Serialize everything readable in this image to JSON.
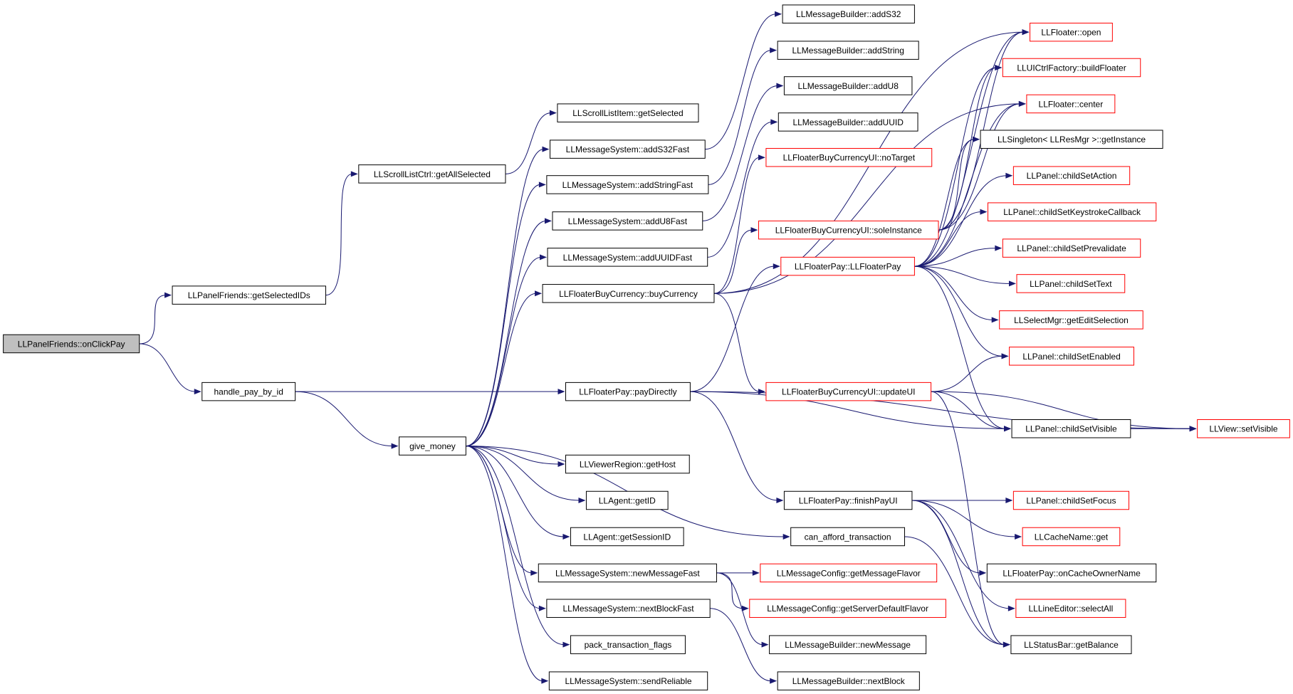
{
  "nodes": [
    {
      "id": "onClickPay",
      "label": "LLPanelFriends::onClickPay",
      "style": "root"
    },
    {
      "id": "getSelectedIDs",
      "label": "LLPanelFriends::getSelectedIDs",
      "style": "normal"
    },
    {
      "id": "handle_pay_by_id",
      "label": "handle_pay_by_id",
      "style": "normal"
    },
    {
      "id": "getAllSelected",
      "label": "LLScrollListCtrl::getAllSelected",
      "style": "normal"
    },
    {
      "id": "give_money",
      "label": "give_money",
      "style": "normal"
    },
    {
      "id": "getSelected",
      "label": "LLScrollListItem::getSelected",
      "style": "normal"
    },
    {
      "id": "addS32Fast",
      "label": "LLMessageSystem::addS32Fast",
      "style": "normal"
    },
    {
      "id": "addStringFast",
      "label": "LLMessageSystem::addStringFast",
      "style": "normal"
    },
    {
      "id": "addU8Fast",
      "label": "LLMessageSystem::addU8Fast",
      "style": "normal"
    },
    {
      "id": "addUUIDFast",
      "label": "LLMessageSystem::addUUIDFast",
      "style": "normal"
    },
    {
      "id": "buyCurrency",
      "label": "LLFloaterBuyCurrency::buyCurrency",
      "style": "normal"
    },
    {
      "id": "payDirectly",
      "label": "LLFloaterPay::payDirectly",
      "style": "normal"
    },
    {
      "id": "getHost",
      "label": "LLViewerRegion::getHost",
      "style": "normal"
    },
    {
      "id": "getID",
      "label": "LLAgent::getID",
      "style": "normal"
    },
    {
      "id": "getSessionID",
      "label": "LLAgent::getSessionID",
      "style": "normal"
    },
    {
      "id": "newMessageFast",
      "label": "LLMessageSystem::newMessageFast",
      "style": "normal"
    },
    {
      "id": "nextBlockFast",
      "label": "LLMessageSystem::nextBlockFast",
      "style": "normal"
    },
    {
      "id": "pack_transaction_flags",
      "label": "pack_transaction_flags",
      "style": "normal"
    },
    {
      "id": "sendReliable",
      "label": "LLMessageSystem::sendReliable",
      "style": "normal"
    },
    {
      "id": "addS32",
      "label": "LLMessageBuilder::addS32",
      "style": "normal"
    },
    {
      "id": "addString",
      "label": "LLMessageBuilder::addString",
      "style": "normal"
    },
    {
      "id": "addU8",
      "label": "LLMessageBuilder::addU8",
      "style": "normal"
    },
    {
      "id": "addUUID",
      "label": "LLMessageBuilder::addUUID",
      "style": "normal"
    },
    {
      "id": "noTarget",
      "label": "LLFloaterBuyCurrencyUI::noTarget",
      "style": "red"
    },
    {
      "id": "soleInstance",
      "label": "LLFloaterBuyCurrencyUI::soleInstance",
      "style": "red"
    },
    {
      "id": "LLFloaterPayCtor",
      "label": "LLFloaterPay::LLFloaterPay",
      "style": "red"
    },
    {
      "id": "updateUI",
      "label": "LLFloaterBuyCurrencyUI::updateUI",
      "style": "red"
    },
    {
      "id": "finishPayUI",
      "label": "LLFloaterPay::finishPayUI",
      "style": "normal"
    },
    {
      "id": "can_afford_transaction",
      "label": "can_afford_transaction",
      "style": "normal"
    },
    {
      "id": "getMessageFlavor",
      "label": "LLMessageConfig::getMessageFlavor",
      "style": "red"
    },
    {
      "id": "getServerDefaultFlavor",
      "label": "LLMessageConfig::getServerDefaultFlavor",
      "style": "red"
    },
    {
      "id": "newMessage",
      "label": "LLMessageBuilder::newMessage",
      "style": "normal"
    },
    {
      "id": "nextBlock",
      "label": "LLMessageBuilder::nextBlock",
      "style": "normal"
    },
    {
      "id": "open",
      "label": "LLFloater::open",
      "style": "red"
    },
    {
      "id": "buildFloater",
      "label": "LLUICtrlFactory::buildFloater",
      "style": "red"
    },
    {
      "id": "center",
      "label": "LLFloater::center",
      "style": "red"
    },
    {
      "id": "getInstance",
      "label": "LLSingleton< LLResMgr >::getInstance",
      "style": "normal"
    },
    {
      "id": "childSetAction",
      "label": "LLPanel::childSetAction",
      "style": "red"
    },
    {
      "id": "childSetKeystrokeCallback",
      "label": "LLPanel::childSetKeystrokeCallback",
      "style": "red"
    },
    {
      "id": "childSetPrevalidate",
      "label": "LLPanel::childSetPrevalidate",
      "style": "red"
    },
    {
      "id": "childSetText",
      "label": "LLPanel::childSetText",
      "style": "red"
    },
    {
      "id": "getEditSelection",
      "label": "LLSelectMgr::getEditSelection",
      "style": "red"
    },
    {
      "id": "childSetEnabled",
      "label": "LLPanel::childSetEnabled",
      "style": "red"
    },
    {
      "id": "childSetVisible",
      "label": "LLPanel::childSetVisible",
      "style": "normal"
    },
    {
      "id": "setVisible",
      "label": "LLView::setVisible",
      "style": "red"
    },
    {
      "id": "childSetFocus",
      "label": "LLPanel::childSetFocus",
      "style": "red"
    },
    {
      "id": "cacheGet",
      "label": "LLCacheName::get",
      "style": "red"
    },
    {
      "id": "onCacheOwnerName",
      "label": "LLFloaterPay::onCacheOwnerName",
      "style": "normal"
    },
    {
      "id": "selectAll",
      "label": "LLLineEditor::selectAll",
      "style": "red"
    },
    {
      "id": "getBalance",
      "label": "LLStatusBar::getBalance",
      "style": "normal"
    }
  ],
  "edges": [
    [
      "onClickPay",
      "getSelectedIDs"
    ],
    [
      "onClickPay",
      "handle_pay_by_id"
    ],
    [
      "getSelectedIDs",
      "getAllSelected"
    ],
    [
      "getAllSelected",
      "getSelected"
    ],
    [
      "handle_pay_by_id",
      "give_money"
    ],
    [
      "handle_pay_by_id",
      "payDirectly"
    ],
    [
      "give_money",
      "addS32Fast"
    ],
    [
      "give_money",
      "addStringFast"
    ],
    [
      "give_money",
      "addU8Fast"
    ],
    [
      "give_money",
      "addUUIDFast"
    ],
    [
      "give_money",
      "buyCurrency"
    ],
    [
      "give_money",
      "getHost"
    ],
    [
      "give_money",
      "getID"
    ],
    [
      "give_money",
      "getSessionID"
    ],
    [
      "give_money",
      "newMessageFast"
    ],
    [
      "give_money",
      "nextBlockFast"
    ],
    [
      "give_money",
      "pack_transaction_flags"
    ],
    [
      "give_money",
      "sendReliable"
    ],
    [
      "give_money",
      "can_afford_transaction"
    ],
    [
      "addS32Fast",
      "addS32"
    ],
    [
      "addStringFast",
      "addString"
    ],
    [
      "addU8Fast",
      "addU8"
    ],
    [
      "addUUIDFast",
      "addUUID"
    ],
    [
      "buyCurrency",
      "noTarget"
    ],
    [
      "buyCurrency",
      "soleInstance"
    ],
    [
      "buyCurrency",
      "updateUI"
    ],
    [
      "buyCurrency",
      "open"
    ],
    [
      "buyCurrency",
      "center"
    ],
    [
      "payDirectly",
      "LLFloaterPayCtor"
    ],
    [
      "payDirectly",
      "finishPayUI"
    ],
    [
      "payDirectly",
      "childSetVisible"
    ],
    [
      "payDirectly",
      "setVisible"
    ],
    [
      "newMessageFast",
      "getMessageFlavor"
    ],
    [
      "newMessageFast",
      "getServerDefaultFlavor"
    ],
    [
      "newMessageFast",
      "newMessage"
    ],
    [
      "nextBlockFast",
      "nextBlock"
    ],
    [
      "soleInstance",
      "open"
    ],
    [
      "soleInstance",
      "buildFloater"
    ],
    [
      "soleInstance",
      "center"
    ],
    [
      "soleInstance",
      "getInstance"
    ],
    [
      "LLFloaterPayCtor",
      "open"
    ],
    [
      "LLFloaterPayCtor",
      "buildFloater"
    ],
    [
      "LLFloaterPayCtor",
      "center"
    ],
    [
      "LLFloaterPayCtor",
      "getInstance"
    ],
    [
      "LLFloaterPayCtor",
      "childSetAction"
    ],
    [
      "LLFloaterPayCtor",
      "childSetKeystrokeCallback"
    ],
    [
      "LLFloaterPayCtor",
      "childSetPrevalidate"
    ],
    [
      "LLFloaterPayCtor",
      "childSetText"
    ],
    [
      "LLFloaterPayCtor",
      "getEditSelection"
    ],
    [
      "LLFloaterPayCtor",
      "childSetEnabled"
    ],
    [
      "LLFloaterPayCtor",
      "childSetVisible"
    ],
    [
      "updateUI",
      "childSetEnabled"
    ],
    [
      "updateUI",
      "childSetVisible"
    ],
    [
      "updateUI",
      "setVisible"
    ],
    [
      "updateUI",
      "getBalance"
    ],
    [
      "finishPayUI",
      "childSetFocus"
    ],
    [
      "finishPayUI",
      "cacheGet"
    ],
    [
      "finishPayUI",
      "onCacheOwnerName"
    ],
    [
      "finishPayUI",
      "selectAll"
    ],
    [
      "finishPayUI",
      "getBalance"
    ],
    [
      "can_afford_transaction",
      "getBalance"
    ],
    [
      "childSetVisible",
      "setVisible"
    ]
  ]
}
